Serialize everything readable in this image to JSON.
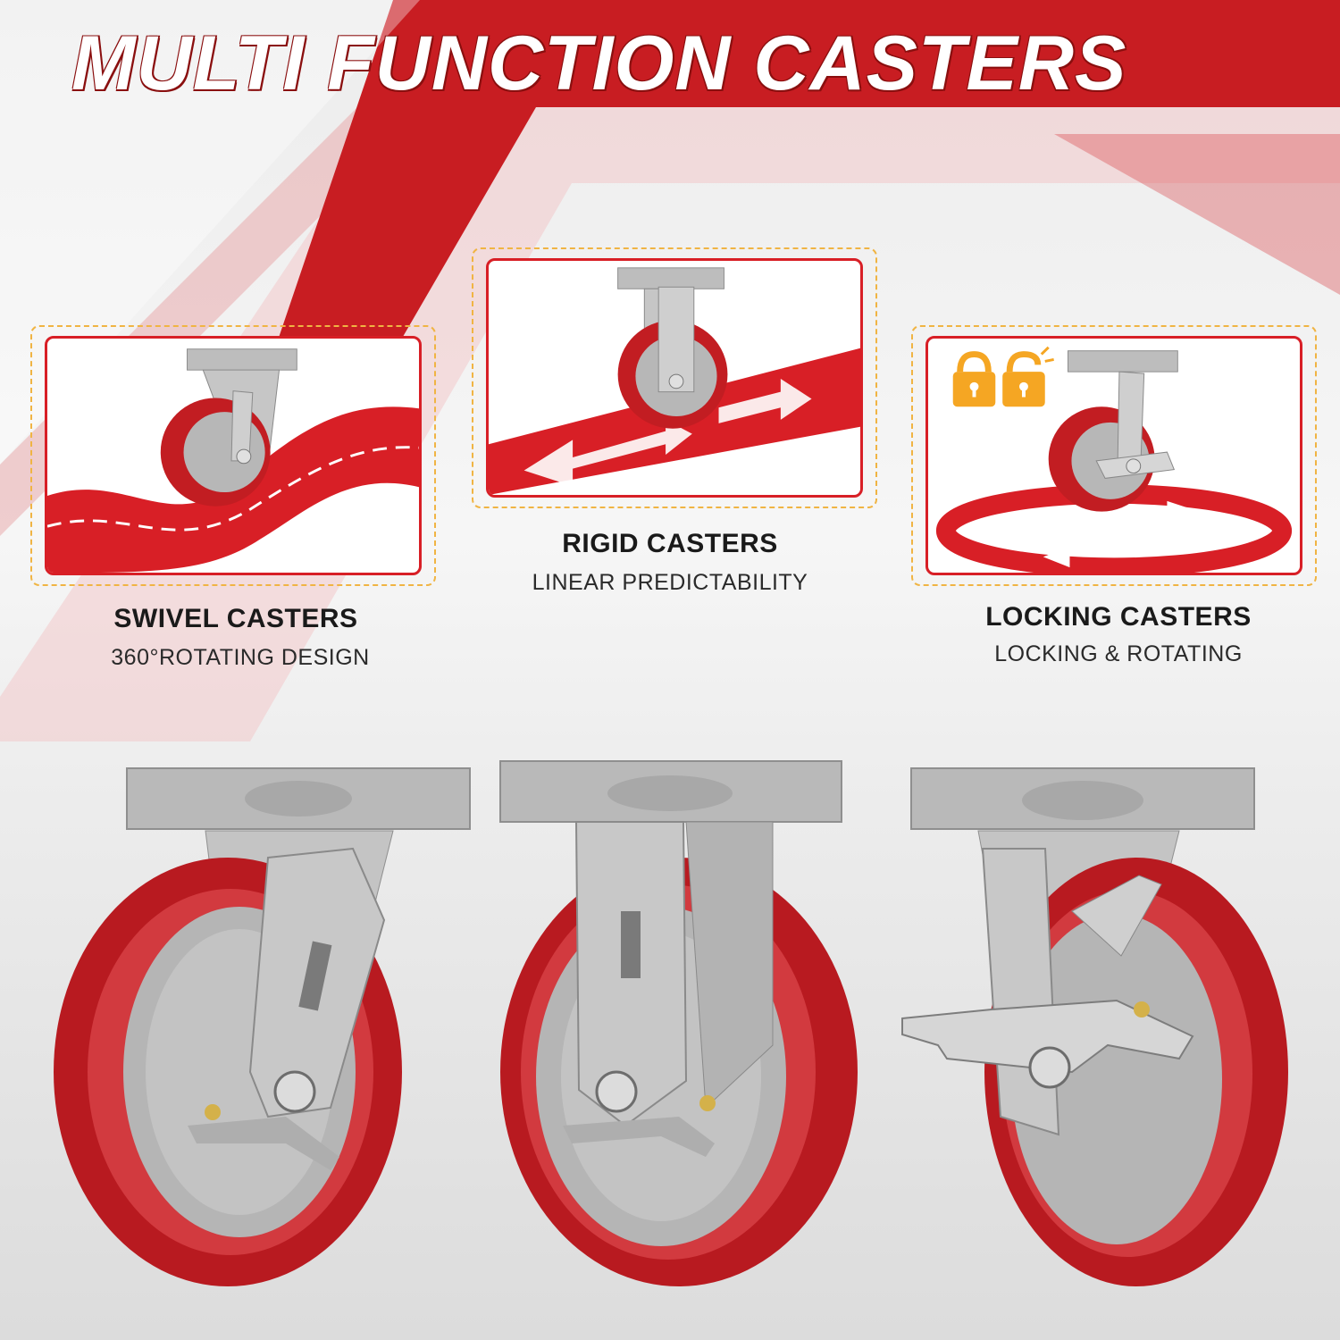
{
  "header": {
    "title": "MULTI FUNCTION CASTERS"
  },
  "features": [
    {
      "title": "SWIVEL CASTERS",
      "subtitle": "360°ROTATING DESIGN"
    },
    {
      "title": "RIGID CASTERS",
      "subtitle": "LINEAR PREDICTABILITY"
    },
    {
      "title": "LOCKING CASTERS",
      "subtitle": "LOCKING & ROTATING"
    }
  ],
  "colors": {
    "brand_red": "#d81f26",
    "polyurethane_red": "#c21d22",
    "steel_gray": "#b9b9b9",
    "dashed_border_gold": "#f0b443",
    "lock_icon_orange": "#f5a623"
  },
  "icons": [
    "locked-padlock-icon",
    "unlocked-padlock-icon",
    "rotation-arrow-icon",
    "direction-arrows-icon"
  ]
}
